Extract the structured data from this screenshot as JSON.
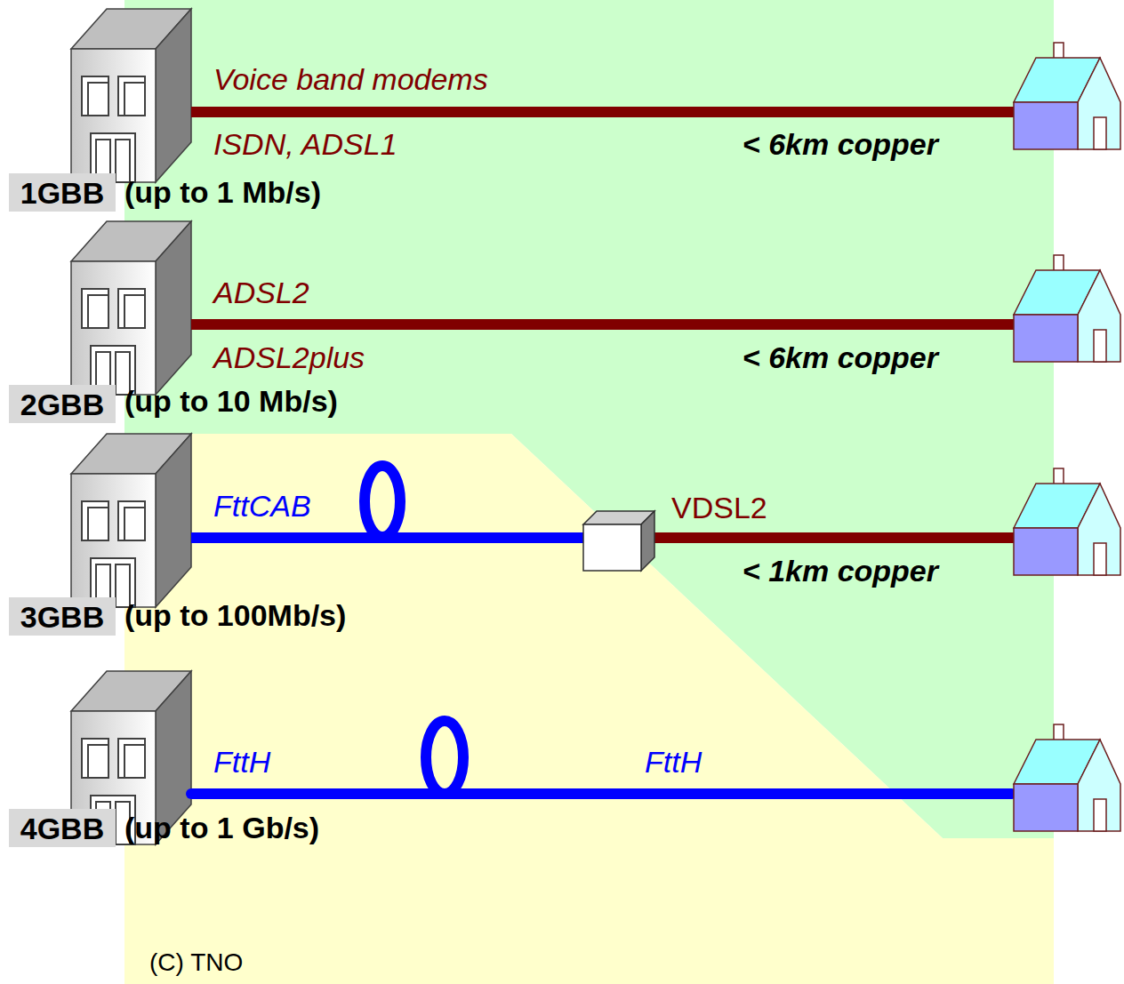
{
  "diagram": {
    "nodes": [
      {
        "text": [
          "1GBB"
        ]
      },
      {
        "text": [
          "2GBB"
        ]
      },
      {
        "text": [
          "3GBB"
        ]
      },
      {
        "text": [
          "4GBB"
        ]
      }
    ],
    "labels": [
      "Voice band modems",
      "ISDN, ADSL1",
      "< 6km copper",
      "(up to 1 Mb/s)",
      "ADSL2",
      "ADSL2plus",
      "< 6km copper",
      "(up to 10 Mb/s)",
      "FttCAB",
      "VDSL2",
      "< 1km copper",
      "(up to 100Mb/s)",
      "FttH",
      "FttH",
      "(up to 1 Gb/s)",
      "(C) TNO"
    ]
  }
}
